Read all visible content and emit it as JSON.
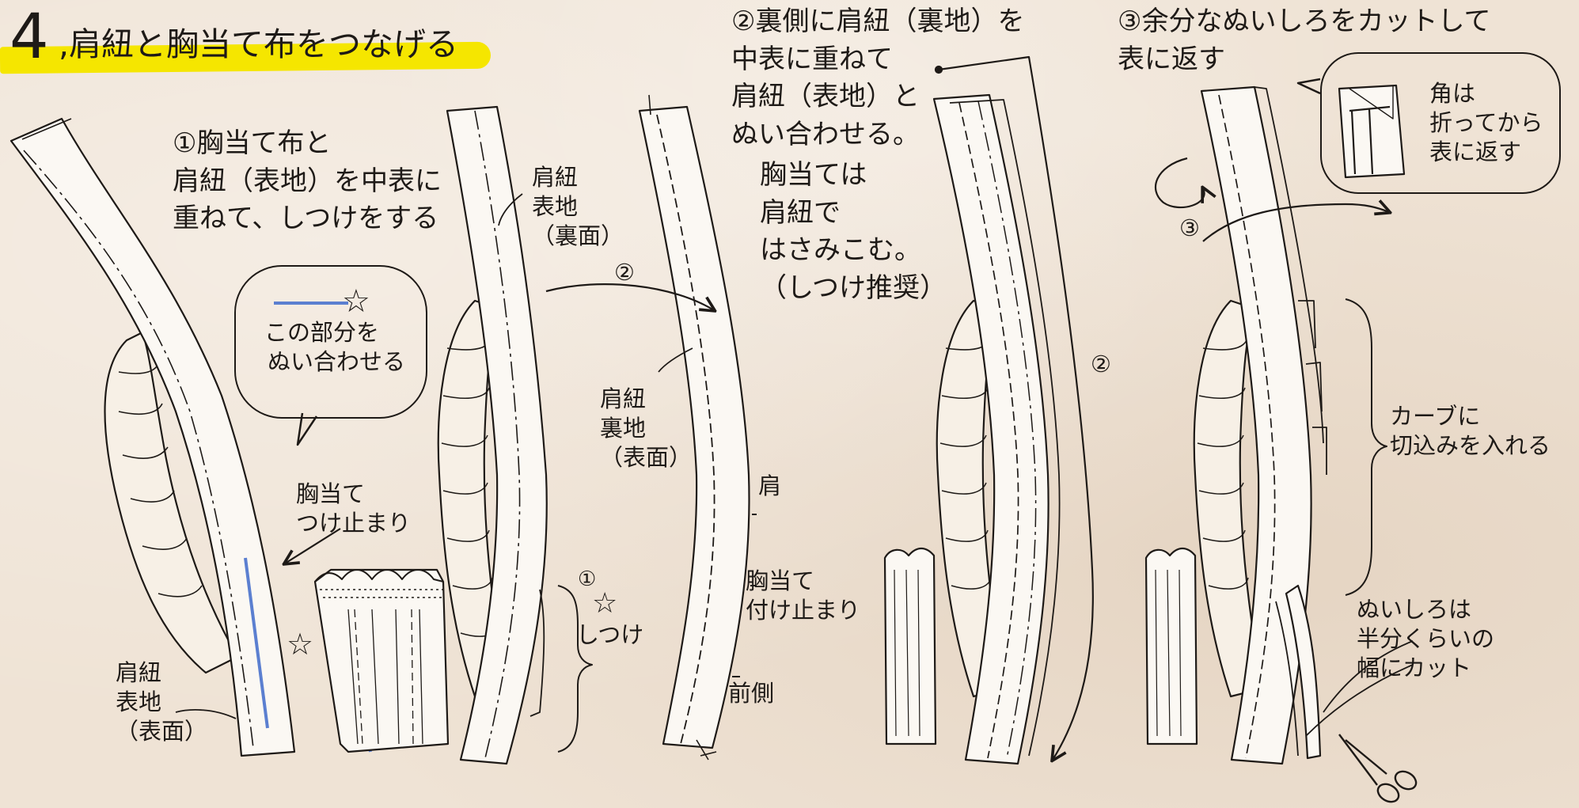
{
  "title": {
    "number": "4",
    "text": ",肩紐と胸当て布をつなげる"
  },
  "step1": {
    "heading_lines": [
      "①胸当て布と",
      "肩紐（表地）を中表に",
      "重ねて、しつけをする"
    ],
    "bubble_lines": [
      "この部分を",
      "ぬい合わせる"
    ],
    "star_glyph": "☆",
    "stop_lines": [
      "胸当て",
      "つけ止まり"
    ],
    "strap_face_lines": [
      "肩紐",
      "表地",
      "（表面）"
    ],
    "strap_back_lines": [
      "肩紐",
      "表地",
      "（裏面）"
    ],
    "baste_num": "①",
    "baste_label": "しつけ",
    "step2_marker": "②"
  },
  "lining": {
    "label_lines": [
      "肩紐",
      "裏地",
      "（表面）"
    ],
    "shoulder": "肩",
    "stop_lines": [
      "胸当て",
      "付け止まり"
    ],
    "front": "前側"
  },
  "step2": {
    "heading_lines": [
      "②裏側に肩紐（裏地）を",
      "中表に重ねて",
      "肩紐（表地）と",
      "ぬい合わせる。"
    ],
    "note_lines": [
      "胸当ては",
      "肩紐で",
      "はさみこむ。",
      "（しつけ推奨）"
    ],
    "marker": "②"
  },
  "step3": {
    "heading_lines": [
      "③余分なぬいしろをカットして",
      "表に返す"
    ],
    "corner_lines": [
      "角は",
      "折ってから",
      "表に返す"
    ],
    "curve_lines": [
      "カーブに",
      "切込みを入れる"
    ],
    "trim_lines": [
      "ぬいしろは",
      "半分くらいの",
      "幅にカット"
    ],
    "marker": "③"
  },
  "colors": {
    "highlight": "#f5e600",
    "seam_blue": "#5b7fd0",
    "ink": "#1e1a17",
    "fabric": "#fbf8f3",
    "fabric_shade": "#e9dccb"
  },
  "icons": [
    "star-icon",
    "scissors-icon",
    "arrow-icon"
  ]
}
